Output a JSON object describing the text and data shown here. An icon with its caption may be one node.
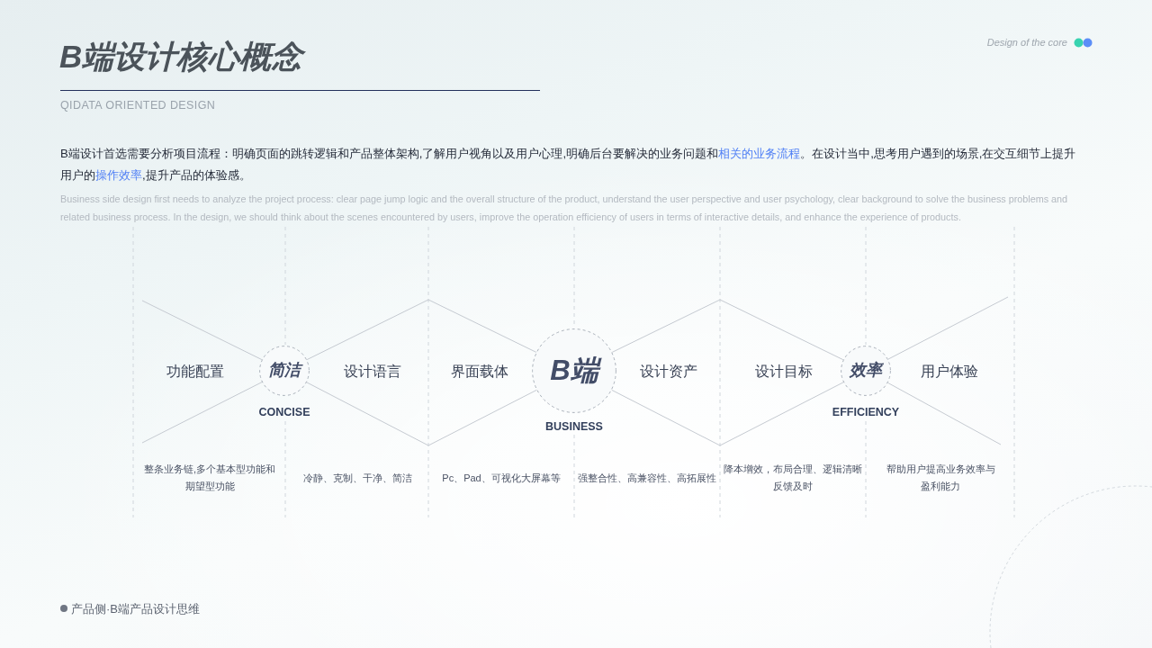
{
  "diagram": {
    "title": "B端设计核心概念",
    "nodes": [
      {
        "text": [
          "简洁",
          "CONCISE"
        ]
      },
      {
        "text": [
          "B端",
          "BUSINESS"
        ]
      },
      {
        "text": [
          "效率",
          "EFFICIENCY"
        ]
      }
    ],
    "edges": [
      {
        "from": null,
        "to": 0,
        "arrow": "none"
      },
      {
        "from": null,
        "to": 0,
        "arrow": "none"
      },
      {
        "from": 0,
        "to": 1,
        "arrow": "none"
      },
      {
        "from": 0,
        "to": 1,
        "arrow": "none"
      },
      {
        "from": 1,
        "to": 2,
        "arrow": "none"
      },
      {
        "from": 1,
        "to": 2,
        "arrow": "none"
      },
      {
        "from": 2,
        "to": null,
        "arrow": "none"
      },
      {
        "from": 2,
        "to": null,
        "arrow": "none"
      }
    ],
    "labels": [
      "Design of the core",
      "QIDATA ORIENTED DESIGN",
      "B端设计首选需要分析项目流程：明确页面的跳转逻辑和产品整体架构,了解用户视角以及用户心理,明确后台要解决的业务问题和**相关的业务流程**。在设计当中,思考用户遇到的场景,在交互细节上提升用户的**操作效率**,提升产品的体验感。",
      "Business side design first needs to analyze the project process: clear page jump logic and the overall structure of the product, understand the user perspective and user psychology, clear background to solve the business problems and related business process. In the design, we should think about the scenes encountered by users, improve the operation efficiency of users in terms of interactive details, and enhance the experience of products.",
      "功能配置",
      "设计语言",
      "界面载体",
      "设计资产",
      "设计目标",
      "用户体验",
      "整条业务链,多个基本型功能和期望型功能",
      "冷静、克制、干净、简洁",
      "Pc、Pad、可视化大屏幕等",
      "强整合性、高兼容性、高拓展性",
      "降本增效，布局合理、逻辑清晰反馈及时",
      "帮助用户提高业务效率与盈利能力",
      "产品侧·B端产品设计思维"
    ]
  }
}
